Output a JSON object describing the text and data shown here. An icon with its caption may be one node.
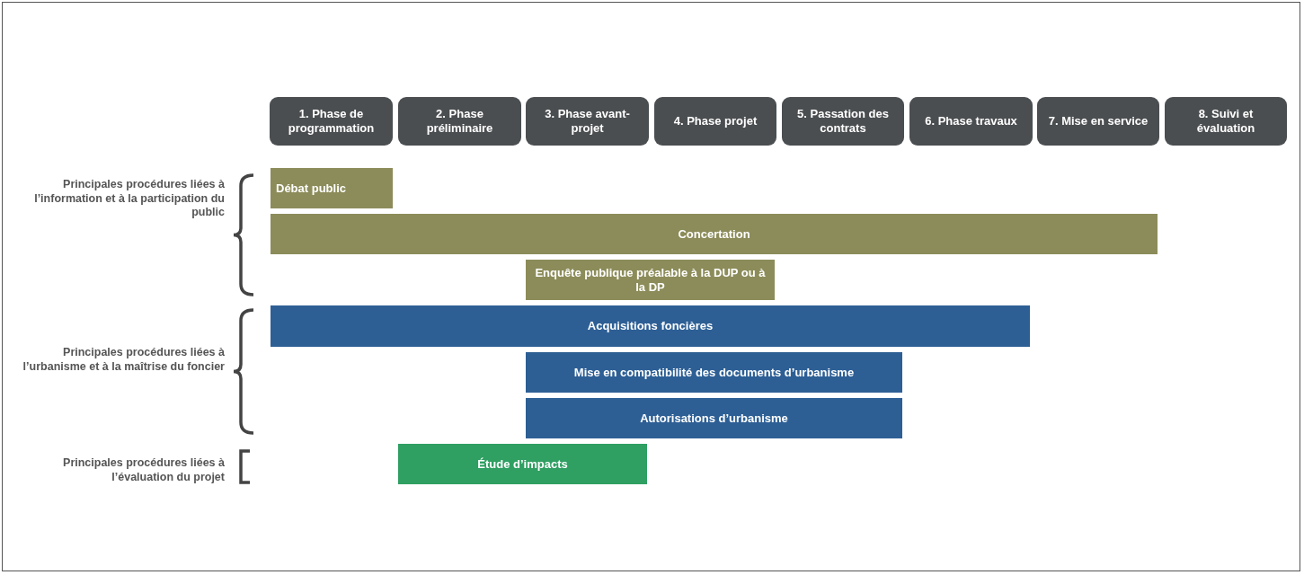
{
  "diagram": {
    "nodes": [
      {
        "text": [
          "1. Phase de programmation"
        ]
      },
      {
        "text": [
          "2. Phase préliminaire"
        ]
      },
      {
        "text": [
          "3. Phase avant-projet"
        ]
      },
      {
        "text": [
          "4. Phase projet"
        ]
      },
      {
        "text": [
          "5. Passation des contrats"
        ]
      },
      {
        "text": [
          "6. Phase travaux"
        ]
      },
      {
        "text": [
          "7. Mise en service"
        ]
      },
      {
        "text": [
          "8. Suivi et évaluation"
        ]
      },
      {
        "text": [
          "Débat public"
        ]
      },
      {
        "text": [
          "Concertation"
        ]
      },
      {
        "text": [
          "Enquête publique préalable à la DUP ou à la DP"
        ]
      },
      {
        "text": [
          "Acquisitions foncières"
        ]
      },
      {
        "text": [
          "Mise en compatibilité des documents d’urbanisme"
        ]
      },
      {
        "text": [
          "Autorisations d’urbanisme"
        ]
      },
      {
        "text": [
          "Étude d’impacts"
        ]
      }
    ],
    "labels": [
      "Principales procédures liées à l’information et à la participation du public",
      "Principales procédures liées à l’urbanisme et à la maîtrise du foncier",
      "Principales procédures liées à l’évaluation du projet"
    ]
  }
}
